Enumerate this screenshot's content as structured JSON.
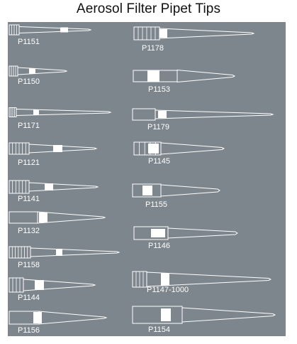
{
  "title": "Aerosol Filter Pipet Tips",
  "colors": {
    "panel": "#7d868c",
    "outline": "#ffffff",
    "filter": "#ffffff",
    "text": "#ffffff"
  },
  "tips": [
    {
      "id": "p1151",
      "label": "P1151"
    },
    {
      "id": "p1150",
      "label": "P1150"
    },
    {
      "id": "p1171",
      "label": "P1171"
    },
    {
      "id": "p1121",
      "label": "P1121"
    },
    {
      "id": "p1141",
      "label": "P1141"
    },
    {
      "id": "p1132",
      "label": "P1132"
    },
    {
      "id": "p1158",
      "label": "P1158"
    },
    {
      "id": "p1144",
      "label": "P1144"
    },
    {
      "id": "p1156",
      "label": "P1156"
    },
    {
      "id": "p1178",
      "label": "P1178"
    },
    {
      "id": "p1153",
      "label": "P1153"
    },
    {
      "id": "p1179",
      "label": "P1179"
    },
    {
      "id": "p1145",
      "label": "P1145"
    },
    {
      "id": "p1155",
      "label": "P1155"
    },
    {
      "id": "p1146",
      "label": "P1146"
    },
    {
      "id": "p1147-1000",
      "label": "P1147-1000"
    },
    {
      "id": "p1154",
      "label": "P1154"
    }
  ]
}
